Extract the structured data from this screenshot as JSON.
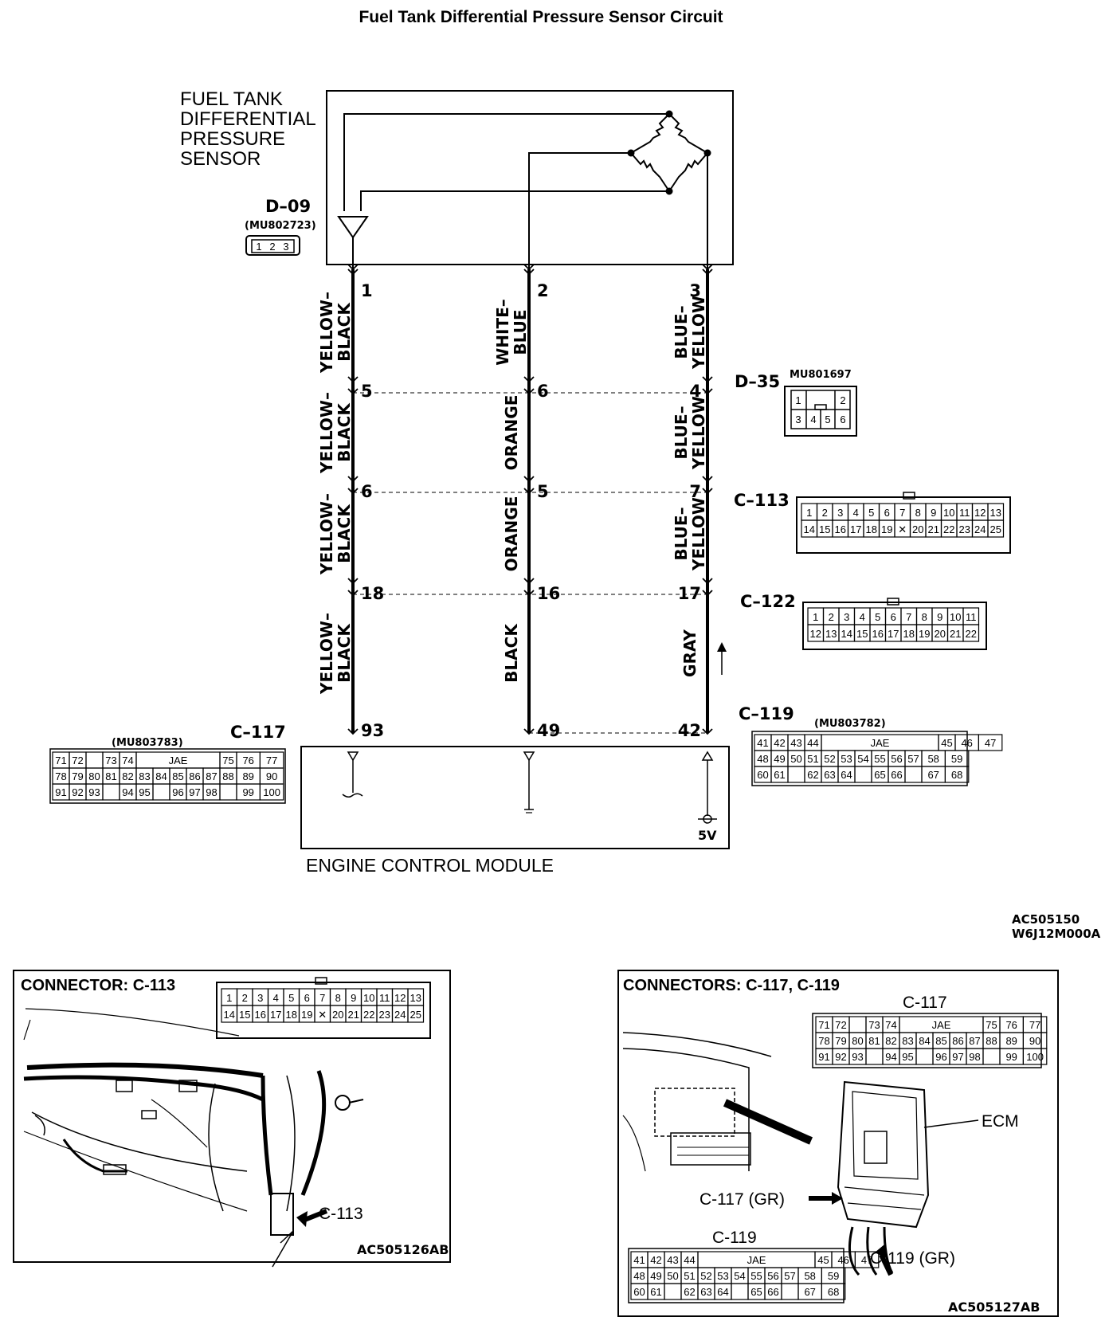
{
  "title": "Fuel Tank Differential Pressure Sensor Circuit",
  "sensor_label": [
    "FUEL TANK",
    "DIFFERENTIAL",
    "PRESSURE",
    "SENSOR"
  ],
  "ecm_label": "ENGINE CONTROL MODULE",
  "ref_main": "AC505150",
  "ref_code": "W6J12M000A",
  "connectors": {
    "d09": {
      "id": "D–09",
      "part": "(MU802723)",
      "pins": [
        "1",
        "2",
        "3"
      ]
    },
    "d35": {
      "id": "D–35",
      "part": "MU801697",
      "pins_top": [
        "1",
        "2"
      ],
      "pins_bottom": [
        "3",
        "4",
        "5",
        "6"
      ]
    },
    "c113": {
      "id": "C–113",
      "row1": [
        "1",
        "2",
        "3",
        "4",
        "5",
        "6",
        "7",
        "8",
        "9",
        "10",
        "11",
        "12",
        "13"
      ],
      "row2": [
        "14",
        "15",
        "16",
        "17",
        "18",
        "19",
        "✕",
        "20",
        "21",
        "22",
        "23",
        "24",
        "25"
      ]
    },
    "c122": {
      "id": "C–122",
      "row1": [
        "1",
        "2",
        "3",
        "4",
        "5",
        "6",
        "7",
        "8",
        "9",
        "10",
        "11"
      ],
      "row2": [
        "12",
        "13",
        "14",
        "15",
        "16",
        "17",
        "18",
        "19",
        "20",
        "21",
        "22"
      ]
    },
    "c117": {
      "id": "C–117",
      "part": "(MU803783)",
      "row1": [
        "71",
        "72",
        "",
        "73",
        "74",
        "JAE",
        "75",
        "76",
        "77"
      ],
      "row2": [
        "78",
        "79",
        "80",
        "81",
        "82",
        "83",
        "84",
        "85",
        "86",
        "87",
        "88",
        "89",
        "90"
      ],
      "row3": [
        "91",
        "92",
        "93",
        "",
        "94",
        "95",
        "",
        "96",
        "97",
        "98",
        "",
        "99",
        "100"
      ]
    },
    "c119": {
      "id": "C–119",
      "part": "(MU803782)",
      "row1": [
        "41",
        "42",
        "43",
        "44",
        "JAE",
        "45",
        "46",
        "47"
      ],
      "row2": [
        "48",
        "49",
        "50",
        "51",
        "52",
        "53",
        "54",
        "55",
        "56",
        "57",
        "58",
        "59"
      ],
      "row3": [
        "60",
        "61",
        "",
        "62",
        "63",
        "64",
        "",
        "65",
        "66",
        "",
        "67",
        "68"
      ]
    }
  },
  "wires": [
    {
      "colors": [
        "YELLOW–",
        "BLACK"
      ],
      "pins": [
        "1",
        "5",
        "6",
        "18",
        "93"
      ],
      "segments": [
        [
          "YELLOW–",
          "BLACK"
        ],
        [
          "YELLOW–",
          "BLACK"
        ],
        [
          "YELLOW–",
          "BLACK"
        ],
        [
          "YELLOW–",
          "BLACK"
        ]
      ]
    },
    {
      "colors": [
        "WHITE–",
        "BLUE"
      ],
      "pins": [
        "2",
        "6",
        "5",
        "16",
        "49"
      ],
      "segments": [
        [
          "WHITE–",
          "BLUE"
        ],
        [
          "ORANGE"
        ],
        [
          "ORANGE"
        ],
        [
          "BLACK"
        ]
      ]
    },
    {
      "colors": [
        "BLUE–",
        "YELLOW"
      ],
      "pins": [
        "3",
        "4",
        "7",
        "17",
        "42"
      ],
      "segments": [
        [
          "BLUE–",
          "YELLOW"
        ],
        [
          "BLUE–",
          "YELLOW"
        ],
        [
          "BLUE–",
          "YELLOW"
        ],
        [
          "GRAY"
        ]
      ]
    }
  ],
  "ecm_5v": "5V",
  "panel_left": {
    "heading": "CONNECTOR: C-113",
    "callout": "C-113",
    "ref": "AC505126AB"
  },
  "panel_right": {
    "heading": "CONNECTORS: C-117, C-119",
    "c117_caption": "C-117",
    "c119_caption": "C-119",
    "ecm": "ECM",
    "c117_gr": "C-117 (GR)",
    "c119_gr": "C-119 (GR)",
    "ref": "AC505127AB"
  }
}
